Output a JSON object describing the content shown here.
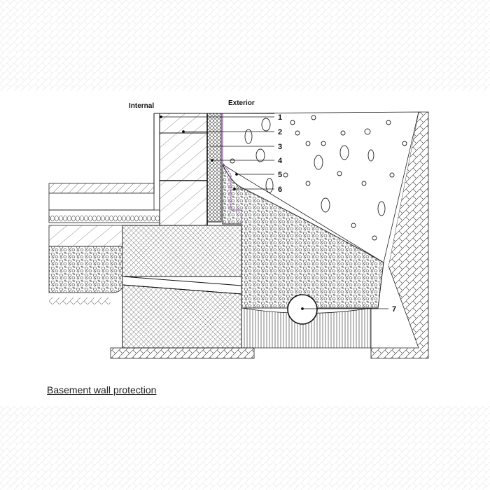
{
  "title": "Basement wall protection",
  "labels": {
    "internal": "Internal",
    "exterior": "Exterior"
  },
  "callouts": [
    "1",
    "2",
    "3",
    "4",
    "5",
    "6",
    "7"
  ],
  "colors": {
    "line": "#111111",
    "membrane": "#9a4fb0",
    "background": "#ffffff"
  }
}
